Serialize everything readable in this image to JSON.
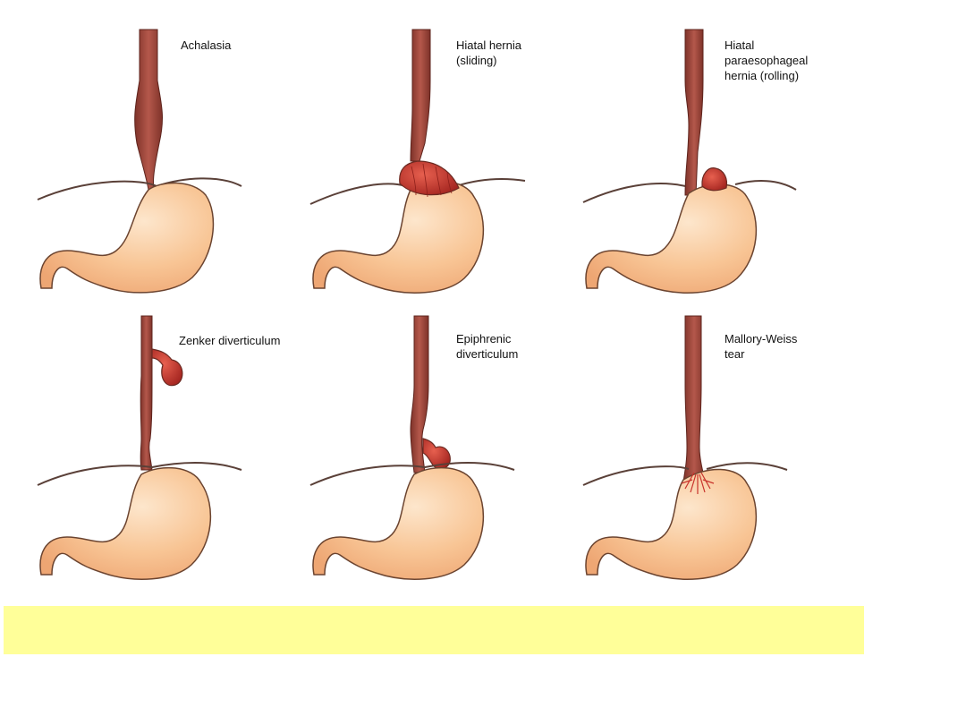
{
  "panels": [
    {
      "id": "achalasia",
      "label": "Achalasia"
    },
    {
      "id": "hiatal-hernia-sliding",
      "label": "Hiatal hernia\n(sliding)"
    },
    {
      "id": "hiatal-paraesophageal-hernia",
      "label": "Hiatal\nparaesophageal\nhernia (rolling)"
    },
    {
      "id": "zenker-diverticulum",
      "label": "Zenker diverticulum"
    },
    {
      "id": "epiphrenic-diverticulum",
      "label": "Epiphrenic\ndiverticulum"
    },
    {
      "id": "mallory-weiss-tear",
      "label": "Mallory-Weiss\ntear"
    }
  ],
  "colors": {
    "stomach_fill": "#f7c08f",
    "stomach_highlight": "#fde1c2",
    "esophagus_fill": "#a6463b",
    "esophagus_dark": "#7a2f27",
    "lesion": "#c8332c",
    "diaphragm": "#5a4038",
    "banner": "#ffff99"
  }
}
